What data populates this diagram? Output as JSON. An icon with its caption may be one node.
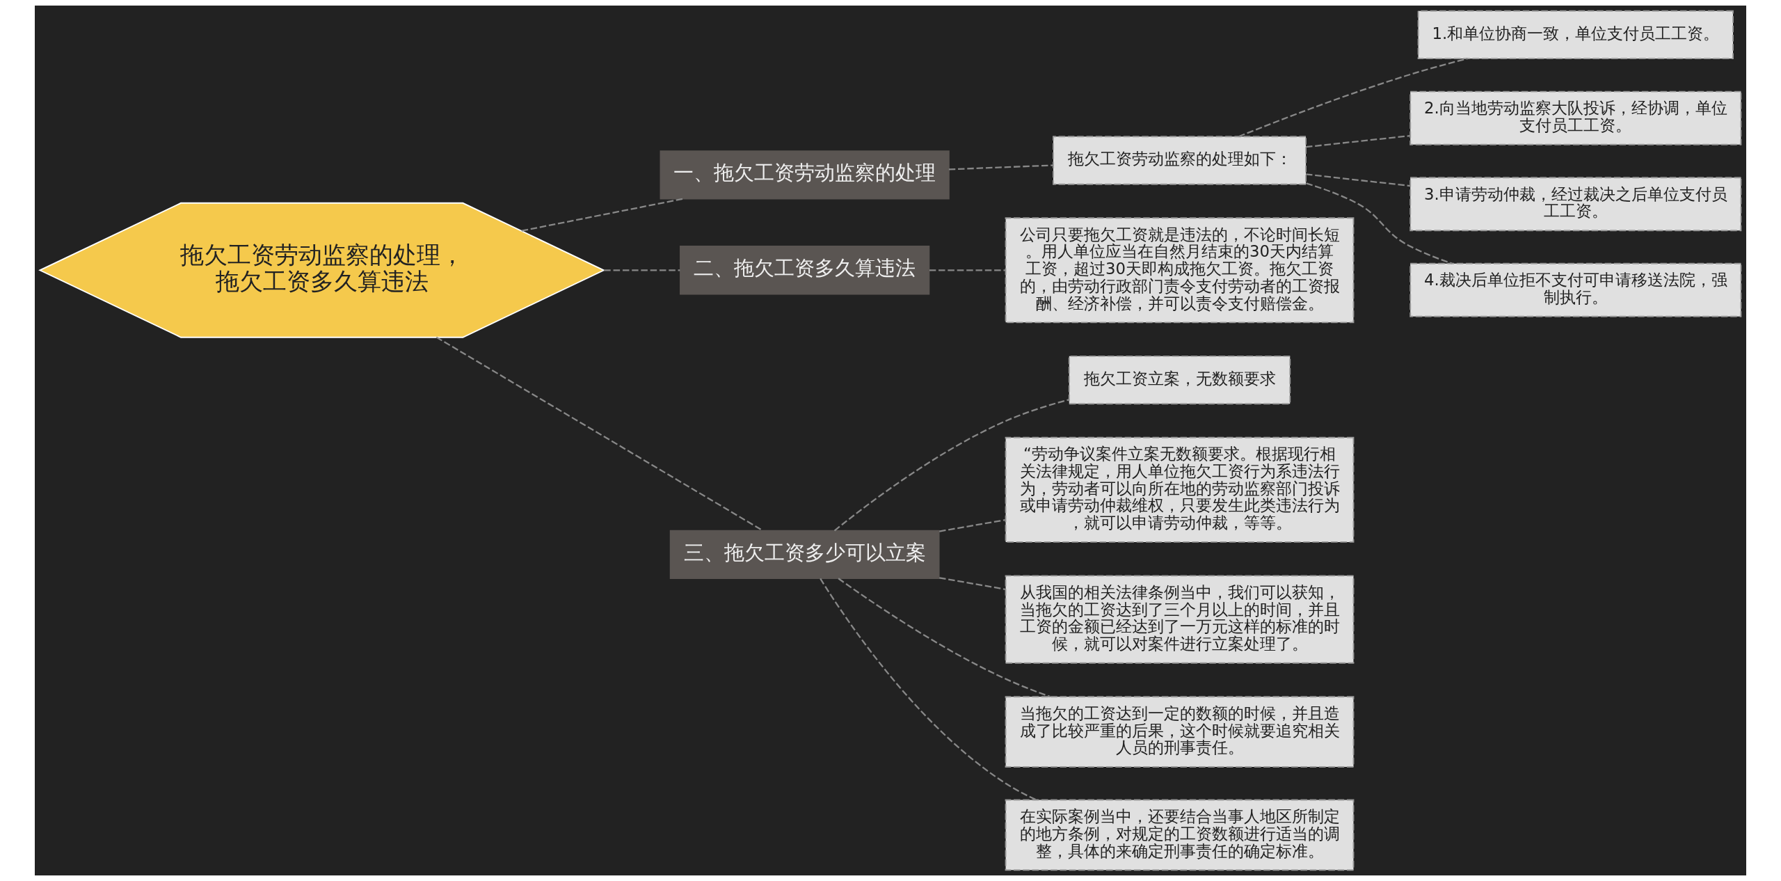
{
  "diagram": {
    "nodes": [
      {
        "text": [
          "拖欠工资劳动监察的处理，拖欠工资多久算违法"
        ]
      },
      {
        "text": [
          "一、拖欠工资劳动监察的处理"
        ]
      },
      {
        "text": [
          "拖欠工资劳动监察的处理如下："
        ]
      },
      {
        "text": [
          "1.和单位协商一致，单位支付员工工资。"
        ]
      },
      {
        "text": [
          "2.向当地劳动监察大队投诉，经协调，单位支付员工工资。"
        ]
      },
      {
        "text": [
          "3.申请劳动仲裁，经过裁决之后单位支付员工工资。"
        ]
      },
      {
        "text": [
          "4.裁决后单位拒不支付可申请移送法院，强制执行。"
        ]
      },
      {
        "text": [
          "二、拖欠工资多久算违法"
        ]
      },
      {
        "text": [
          "公司只要拖欠工资就是违法的，不论时间长短。用人单位应当在自然月结束的30天内结算工资，超过30天即构成拖欠工资。拖欠工资的，由劳动行政部门责令支付劳动者的工资报酬、经济补偿，并可以责令支付赔偿金。"
        ]
      },
      {
        "text": [
          "三、拖欠工资多少可以立案"
        ]
      },
      {
        "text": [
          "拖欠工资立案，无数额要求"
        ]
      },
      {
        "text": [
          "“劳动争议案件立案无数额要求。根据现行相关法律规定，用人单位拖欠工资行为系违法行为，劳动者可以向所在地的劳动监察部门投诉或申请劳动仲裁维权，只要发生此类违法行为，就可以申请劳动仲裁，等等。"
        ]
      },
      {
        "text": [
          "从我国的相关法律条例当中，我们可以获知，当拖欠的工资达到了三个月以上的时间，并且工资的金额已经达到了一万元这样的标准的时候，就可以对案件进行立案处理了。"
        ]
      },
      {
        "text": [
          "当拖欠的工资达到一定的数额的时候，并且造成了比较严重的后果，这个时候就要追究相关人员的刑事责任。"
        ]
      },
      {
        "text": [
          "在实际案例当中，还要结合当事人地区所制定的地方条例，对规定的工资数额进行适当的调整，具体的来确定刑事责任的确定标准。"
        ]
      }
    ],
    "edges": [
      {
        "from": 0,
        "to": 1,
        "arrow": "none",
        "style": "dashed"
      },
      {
        "from": 1,
        "to": 2,
        "arrow": "none",
        "style": "dashed"
      },
      {
        "from": 2,
        "to": 3,
        "arrow": "none",
        "style": "dashed"
      },
      {
        "from": 2,
        "to": 4,
        "arrow": "none",
        "style": "dashed"
      },
      {
        "from": 2,
        "to": 5,
        "arrow": "none",
        "style": "dashed"
      },
      {
        "from": 2,
        "to": 6,
        "arrow": "none",
        "style": "dashed"
      },
      {
        "from": 0,
        "to": 7,
        "arrow": "none",
        "style": "dashed"
      },
      {
        "from": 7,
        "to": 8,
        "arrow": "none",
        "style": "dashed"
      },
      {
        "from": 0,
        "to": 9,
        "arrow": "none",
        "style": "dashed"
      },
      {
        "from": 9,
        "to": 10,
        "arrow": "none",
        "style": "dashed"
      },
      {
        "from": 9,
        "to": 11,
        "arrow": "none",
        "style": "dashed"
      },
      {
        "from": 9,
        "to": 12,
        "arrow": "none",
        "style": "dashed"
      },
      {
        "from": 9,
        "to": 13,
        "arrow": "none",
        "style": "dashed"
      },
      {
        "from": 9,
        "to": 14,
        "arrow": "none",
        "style": "dashed"
      }
    ]
  }
}
